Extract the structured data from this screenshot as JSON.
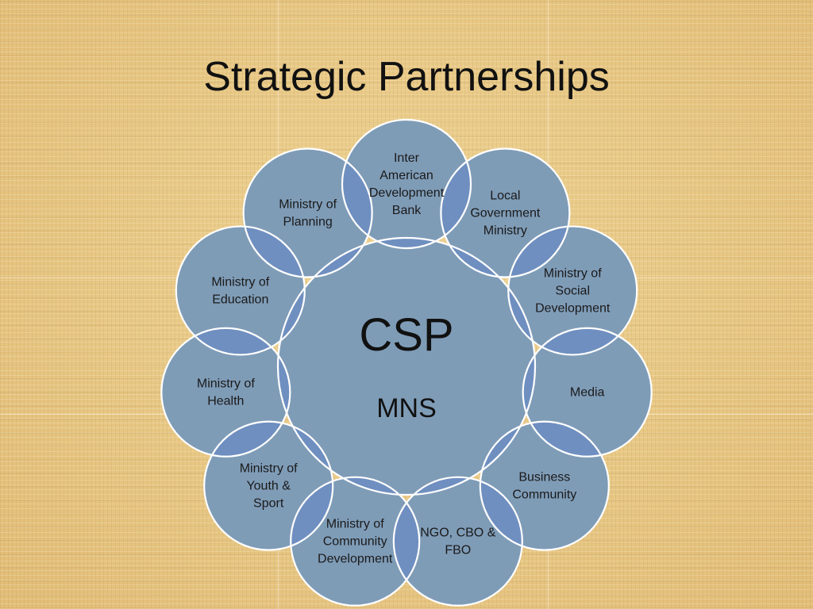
{
  "title": "Strategic Partnerships",
  "colors": {
    "circle_fill": "#7f9cb7",
    "circle_stroke": "#ffffff",
    "overlap_fill": "#6f8fc0"
  },
  "center": {
    "title": "CSP",
    "subtitle": "MNS"
  },
  "partners": [
    {
      "lines": [
        "Inter",
        "American",
        "Development",
        "Bank"
      ]
    },
    {
      "lines": [
        "Local",
        "Government",
        "Ministry"
      ]
    },
    {
      "lines": [
        "Ministry of",
        "Social",
        "Development"
      ]
    },
    {
      "lines": [
        "Media"
      ]
    },
    {
      "lines": [
        "Business",
        "Community"
      ]
    },
    {
      "lines": [
        "NGO, CBO &",
        "FBO"
      ]
    },
    {
      "lines": [
        "Ministry of",
        "Community",
        "Development"
      ]
    },
    {
      "lines": [
        "Ministry of",
        "Youth &",
        "Sport"
      ]
    },
    {
      "lines": [
        "Ministry of",
        "Health"
      ]
    },
    {
      "lines": [
        "Ministry of",
        "Education"
      ]
    },
    {
      "lines": [
        "Ministry of",
        "Planning"
      ]
    }
  ]
}
